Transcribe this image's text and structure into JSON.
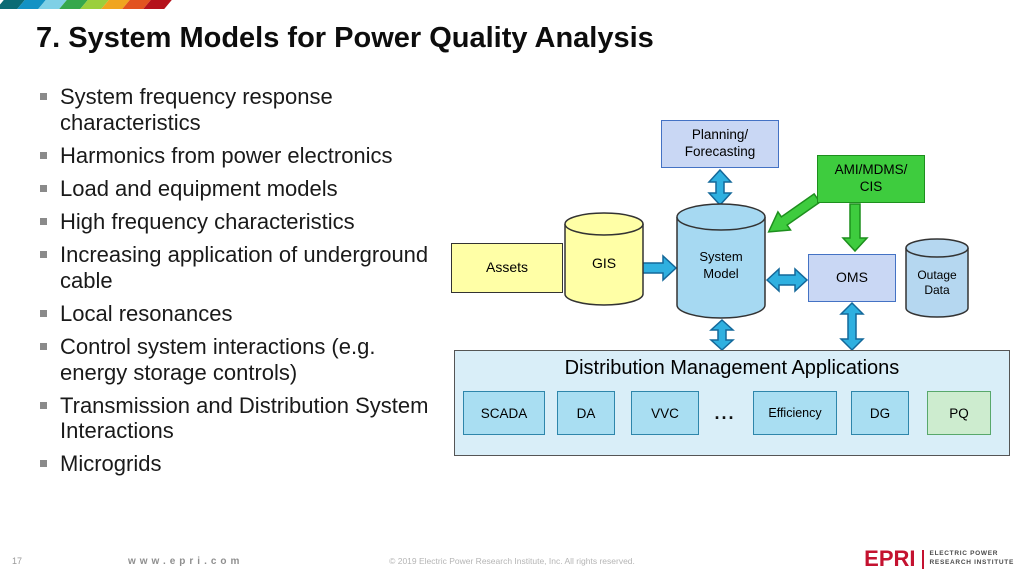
{
  "slide": {
    "title": "7. System Models for Power Quality Analysis",
    "bullets": [
      "System frequency response characteristics",
      "Harmonics from power electronics",
      "Load and equipment models",
      "High frequency characteristics",
      "Increasing application of underground cable",
      "Local resonances",
      "Control system interactions (e.g. energy storage controls)",
      "Transmission and Distribution System Interactions",
      "Microgrids"
    ]
  },
  "diagram": {
    "planning": {
      "line1": "Planning/",
      "line2": "Forecasting"
    },
    "ami": {
      "line1": "AMI/MDMS/",
      "line2": "CIS"
    },
    "assets": "Assets",
    "gis": "GIS",
    "system_model": {
      "line1": "System",
      "line2": "Model"
    },
    "oms": "OMS",
    "outage": {
      "line1": "Outage",
      "line2": "Data"
    },
    "dma": {
      "title": "Distribution Management Applications",
      "apps": [
        "SCADA",
        "DA",
        "VVC",
        "Efficiency",
        "DG",
        "PQ"
      ],
      "ellipsis": "..."
    }
  },
  "footer": {
    "page_number": "17",
    "website": "www.epri.com",
    "copyright": "© 2019 Electric Power Research Institute, Inc. All rights reserved.",
    "logo": {
      "text": "EPRI",
      "tagline_line1": "ELECTRIC POWER",
      "tagline_line2": "RESEARCH INSTITUTE"
    }
  },
  "colors": {
    "header_stripes": [
      "#0b6b74",
      "#1292c4",
      "#7fd0e6",
      "#35a84c",
      "#9bcf3c",
      "#f0a51f",
      "#e2531f",
      "#b5121b"
    ],
    "arrow_blue": "#2fb0e0",
    "arrow_green": "#3ecc3e",
    "box_yellow": "#ffffa6",
    "box_periwinkle": "#c9d7f4",
    "box_green": "#3ecc3e",
    "cylinder_blue": "#a6d9f2",
    "dma_background": "#d9eef8",
    "app_box_blue": "#a9def2",
    "app_box_green": "#cdeccf",
    "logo_red": "#c41230"
  }
}
